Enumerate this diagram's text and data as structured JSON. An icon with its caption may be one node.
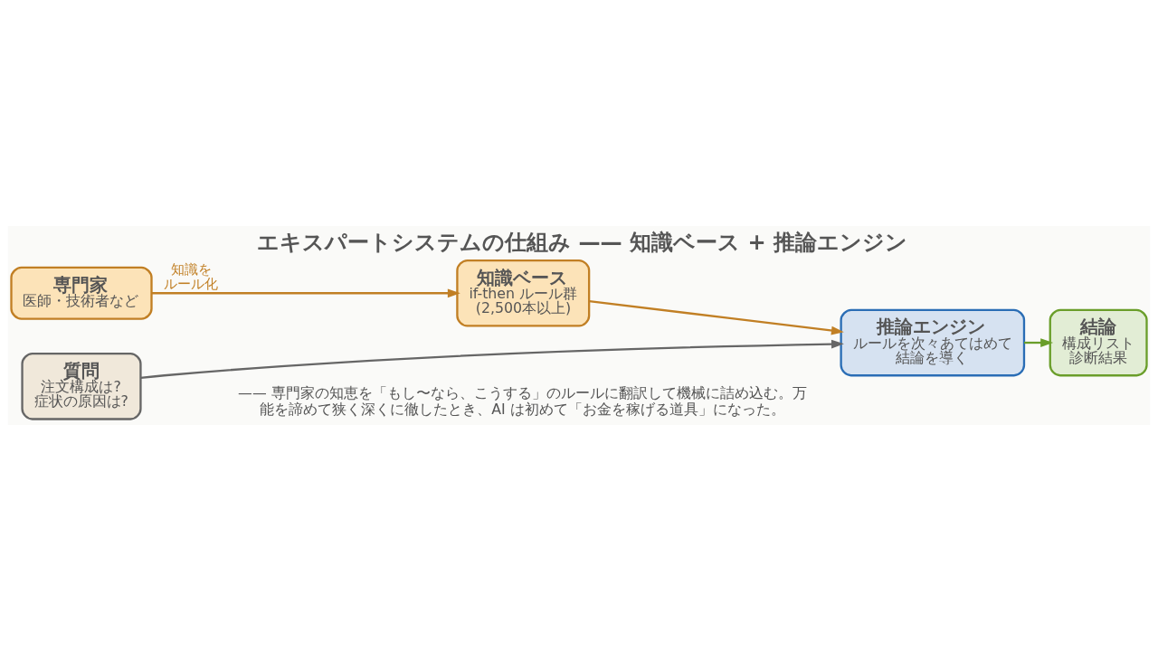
{
  "diagram": {
    "title": "エキスパートシステムの仕組み —— 知識ベース + 推論エンジン",
    "caption": "—— 専門家の知恵を「もし〜なら、こうする」のルールに翻訳して機械に詰め込む。万能を諦めて狭く深くに徹したとき、AI は初めて「お金を稼げる道具」になった。",
    "nodes": [
      {
        "text": [
          "専門家",
          "医師・技術者など"
        ]
      },
      {
        "text": [
          "知識ベース",
          "if-then ルール群 (2,500本以上)"
        ]
      },
      {
        "text": [
          "推論エンジン",
          "ルールを次々あてはめて結論を導く"
        ]
      },
      {
        "text": [
          "結論",
          "構成リスト診断結果"
        ]
      },
      {
        "text": [
          "質問",
          "注文構成は? 症状の原因は?"
        ]
      }
    ],
    "edges": [
      {
        "from": 0,
        "to": 1,
        "arrow": "to",
        "label": "知識をルール化"
      },
      {
        "from": 1,
        "to": 2,
        "arrow": "to"
      },
      {
        "from": 4,
        "to": 2,
        "arrow": "to",
        "color": "#666666"
      },
      {
        "from": 2,
        "to": 3,
        "arrow": "to",
        "color": "#6a9e2a"
      }
    ]
  }
}
